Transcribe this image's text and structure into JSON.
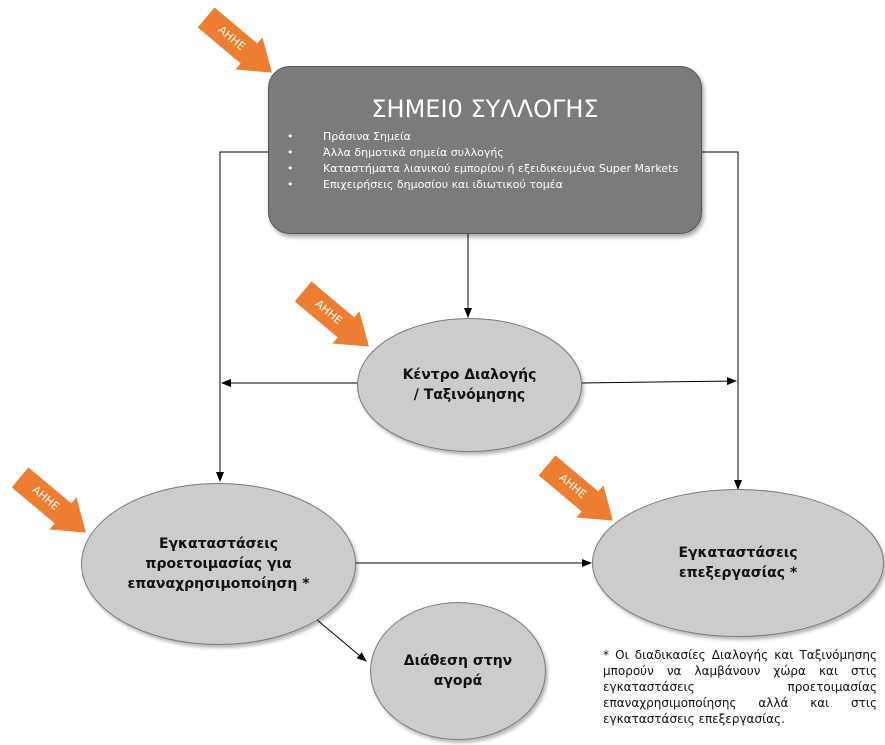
{
  "tag_label": "ΑΗΗΕ",
  "colors": {
    "tag_fill": "#ed7d31",
    "box_fill": "#7b7b7b",
    "node_fill": "#cccccc",
    "line": "#000000"
  },
  "collection": {
    "title": "ΣΗΜΕΙ0 ΣΥΛΛΟΓΗΣ",
    "bullet": "•",
    "items": [
      "Πράσινα Σημεία",
      "Άλλα δημοτικά σημεία συλλογής",
      "Καταστήματα λιανικού εμπορίου ή εξειδικευμένα Super Markets",
      "Επιχειρήσεις δημοσίου και ιδιωτικού τομέα"
    ]
  },
  "sorting_center": {
    "line1": "Κέντρο Διαλογής",
    "line2": "/ Ταξινόμησης"
  },
  "preparation": {
    "line1": "Εγκαταστάσεις",
    "line2": "προετοιμασίας για",
    "line3": "επαναχρησιμοποίηση *"
  },
  "processing": {
    "line1": "Εγκαταστάσεις",
    "line2": "επεξεργασίας *"
  },
  "market": {
    "line1": "Διάθεση στην",
    "line2": "αγορά"
  },
  "footnote": "* Οι διαδικασίες Διαλογής και Ταξινόμησης μπορούν να λαμβάνουν χώρα και στις εγκαταστάσεις προετοιμασίας επαναχρησιμοποίησης αλλά και στις εγκαταστάσεις επεξεργασίας."
}
